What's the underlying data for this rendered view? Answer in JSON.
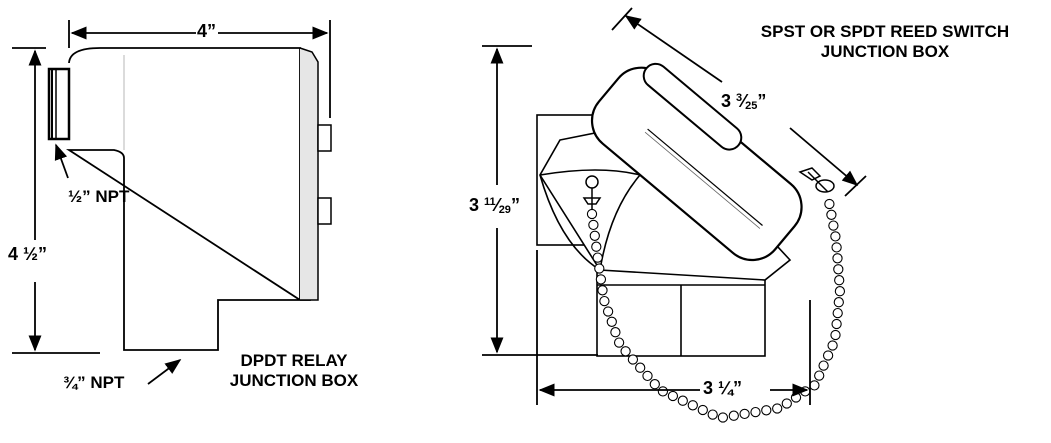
{
  "left": {
    "width_dim": "4”",
    "height_dim": "4 ½”",
    "top_port": "½” NPT",
    "bottom_port": "¾” NPT",
    "title_line1": "DPDT RELAY",
    "title_line2": "JUNCTION BOX"
  },
  "right": {
    "title_line1": "SPST OR SPDT REED SWITCH",
    "title_line2": "JUNCTION BOX",
    "height_dim_whole": "3",
    "height_dim_num": "11",
    "height_dim_den": "29",
    "diag_dim_whole": "3",
    "diag_dim_num": "3",
    "diag_dim_den": "25",
    "width_dim": "3 ¼”"
  },
  "colors": {
    "ink": "#000000",
    "body_fill": "#ffffff",
    "shade": "#e6e6e6"
  }
}
